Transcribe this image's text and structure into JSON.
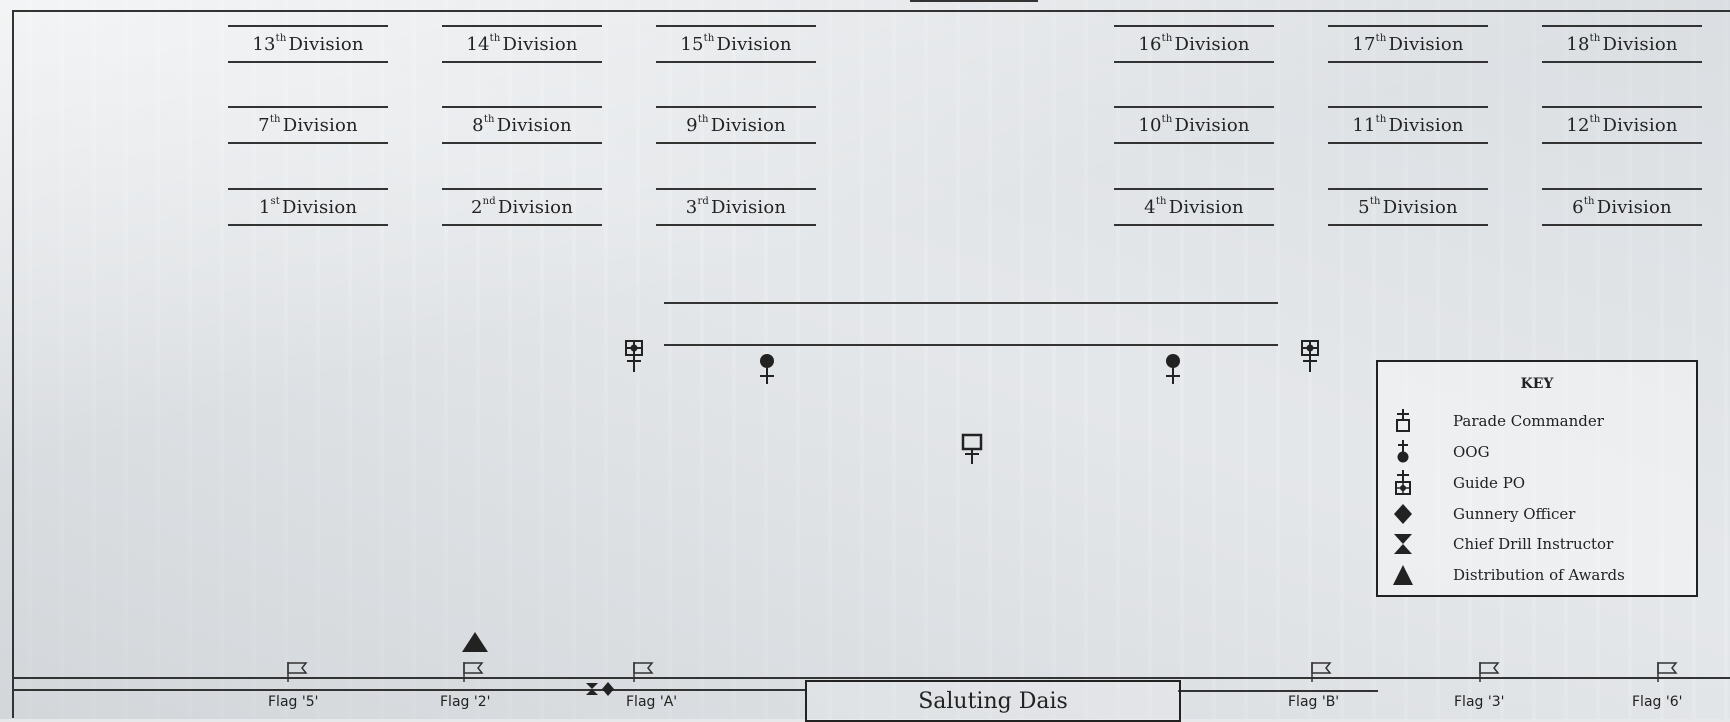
{
  "divisions": {
    "row3": [
      {
        "num": "13",
        "sup": "th",
        "text": "Division"
      },
      {
        "num": "14",
        "sup": "th",
        "text": "Division"
      },
      {
        "num": "15",
        "sup": "th",
        "text": "Division"
      },
      {
        "num": "16",
        "sup": "th",
        "text": "Division"
      },
      {
        "num": "17",
        "sup": "th",
        "text": "Division"
      },
      {
        "num": "18",
        "sup": "th",
        "text": "Division"
      }
    ],
    "row2": [
      {
        "num": "7",
        "sup": "th",
        "text": "Division"
      },
      {
        "num": "8",
        "sup": "th",
        "text": "Division"
      },
      {
        "num": "9",
        "sup": "th",
        "text": "Division"
      },
      {
        "num": "10",
        "sup": "th",
        "text": "Division"
      },
      {
        "num": "11",
        "sup": "th",
        "text": "Division"
      },
      {
        "num": "12",
        "sup": "th",
        "text": "Division"
      }
    ],
    "row1": [
      {
        "num": "1",
        "sup": "st",
        "text": "Division"
      },
      {
        "num": "2",
        "sup": "nd",
        "text": "Division"
      },
      {
        "num": "3",
        "sup": "rd",
        "text": "Division"
      },
      {
        "num": "4",
        "sup": "th",
        "text": "Division"
      },
      {
        "num": "5",
        "sup": "th",
        "text": "Division"
      },
      {
        "num": "6",
        "sup": "th",
        "text": "Division"
      }
    ]
  },
  "key": {
    "title": "KEY",
    "items": [
      {
        "icon": "parade-commander-icon",
        "label": "Parade Commander"
      },
      {
        "icon": "oog-icon",
        "label": "OOG"
      },
      {
        "icon": "guide-po-icon",
        "label": "Guide PO"
      },
      {
        "icon": "gunnery-officer-icon",
        "label": "Gunnery Officer"
      },
      {
        "icon": "chief-drill-instructor-icon",
        "label": "Chief Drill Instructor"
      },
      {
        "icon": "distribution-of-awards-icon",
        "label": "Distribution of Awards"
      }
    ]
  },
  "flags": [
    "Flag '5'",
    "Flag '2'",
    "Flag 'A'",
    "Flag 'B'",
    "Flag '3'",
    "Flag '6'"
  ],
  "dais": "Saluting Dais",
  "colors": {
    "ink": "#222222",
    "background": "#e3e6e9"
  }
}
